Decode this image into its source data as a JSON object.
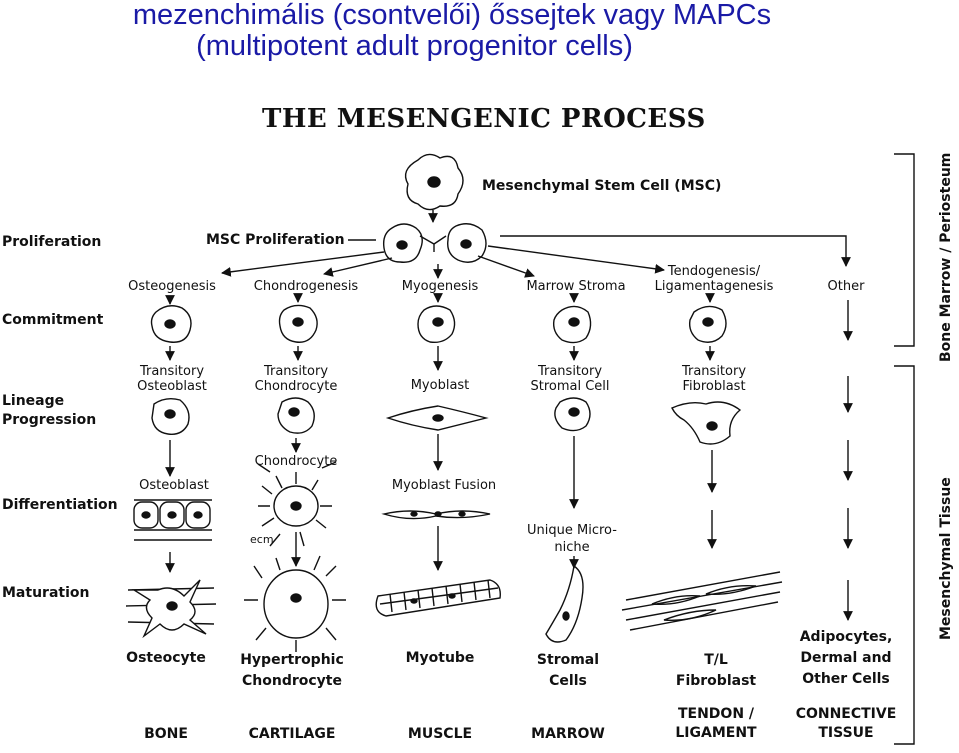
{
  "slide_title": {
    "line1": "mezenchimális (csontvelői) őssejtek vagy MAPCs",
    "line2": "(multipotent adult progenitor cells)"
  },
  "diagram": {
    "title": "THE MESENGENIC PROCESS",
    "msc_label": "Mesenchymal Stem Cell (MSC)",
    "msc_proliferation": "MSC Proliferation",
    "stages": [
      "Proliferation",
      "Commitment",
      "Lineage Progression",
      "Differentiation",
      "Maturation"
    ],
    "lineages": [
      {
        "process": "Osteogenesis",
        "transitory": "Transitory Osteoblast",
        "differentiated": "Osteoblast",
        "mature": "Osteocyte",
        "tissue": "BONE"
      },
      {
        "process": "Chondrogenesis",
        "transitory": "Transitory Chondrocyte",
        "differentiated": "Chondrocyte",
        "mature": "Hypertrophic Chondrocyte",
        "tissue": "CARTILAGE",
        "ecm": "ecm"
      },
      {
        "process": "Myogenesis",
        "transitory": "Myoblast",
        "differentiated": "Myoblast Fusion",
        "mature": "Myotube",
        "tissue": "MUSCLE"
      },
      {
        "process": "Marrow Stroma",
        "transitory": "Transitory Stromal Cell",
        "differentiated": "Unique Micro-niche",
        "mature": "Stromal Cells",
        "tissue": "MARROW"
      },
      {
        "process": "Tendogenesis/ Ligamentagenesis",
        "transitory": "Transitory Fibroblast",
        "mature": "T/L Fibroblast",
        "tissue": "TENDON / LIGAMENT"
      },
      {
        "process": "Other",
        "mature": "Adipocytes, Dermal and Other Cells",
        "tissue": "CONNECTIVE TISSUE"
      }
    ],
    "side_labels": [
      "Bone Marrow / Periosteum",
      "Mesenchymal Tissue"
    ]
  }
}
